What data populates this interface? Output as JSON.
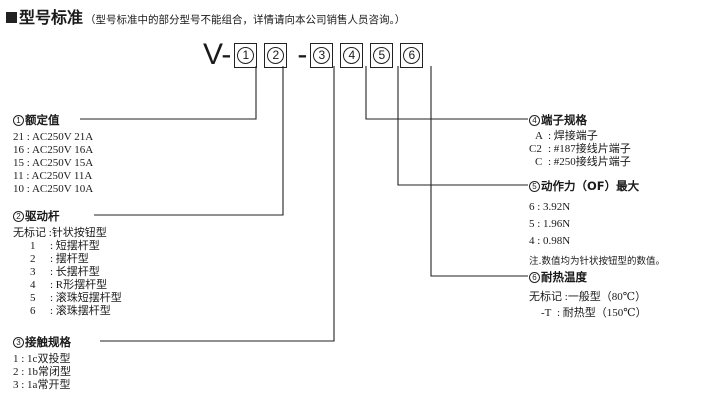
{
  "header": {
    "title": "型号标准",
    "note": "（型号标准中的部分型号不能组合，详情请向本公司销售人员咨询。）"
  },
  "model": {
    "prefix": "V-",
    "parts": [
      "1",
      "2",
      "-",
      "3",
      "4",
      "5",
      "6"
    ]
  },
  "sections": {
    "rated": {
      "num": "1",
      "title": "额定值",
      "rows": [
        "21 : AC250V 21A",
        "16 : AC250V 16A",
        "15 : AC250V 15A",
        "11 : AC250V 11A",
        "10 : AC250V 10A"
      ]
    },
    "actuator": {
      "num": "2",
      "title": "驱动杆",
      "rows": [
        {
          "code": "无标记 :",
          "text": "针状按钮型"
        },
        {
          "code": "1",
          "text": ": 短摆杆型"
        },
        {
          "code": "2",
          "text": ": 摆杆型"
        },
        {
          "code": "3",
          "text": ": 长摆杆型"
        },
        {
          "code": "4",
          "text": ": R形摆杆型"
        },
        {
          "code": "5",
          "text": ": 滚珠短摆杆型"
        },
        {
          "code": "6",
          "text": ": 滚珠摆杆型"
        }
      ]
    },
    "contact": {
      "num": "3",
      "title": "接触规格",
      "rows": [
        "1 : 1c双投型",
        "2 : 1b常闭型",
        "3 : 1a常开型"
      ]
    },
    "terminal": {
      "num": "4",
      "title": "端子规格",
      "rows": [
        {
          "code": "A",
          "text": ": 焊接端子"
        },
        {
          "code": "C2",
          "text": ": #187接线片端子"
        },
        {
          "code": "C",
          "text": ": #250接线片端子"
        }
      ]
    },
    "force": {
      "num": "5",
      "title": "动作力（OF）最大",
      "rows": [
        "6 : 3.92N",
        "5 : 1.96N",
        "4 : 0.98N"
      ],
      "note": "注.数值均为针状按钮型的数值。"
    },
    "heat": {
      "num": "6",
      "title": "耐热温度",
      "rows": [
        {
          "code": "无标记 :",
          "text": "一般型（80℃）"
        },
        {
          "code": "-T",
          "text": ": 耐热型（150℃）"
        }
      ]
    }
  }
}
